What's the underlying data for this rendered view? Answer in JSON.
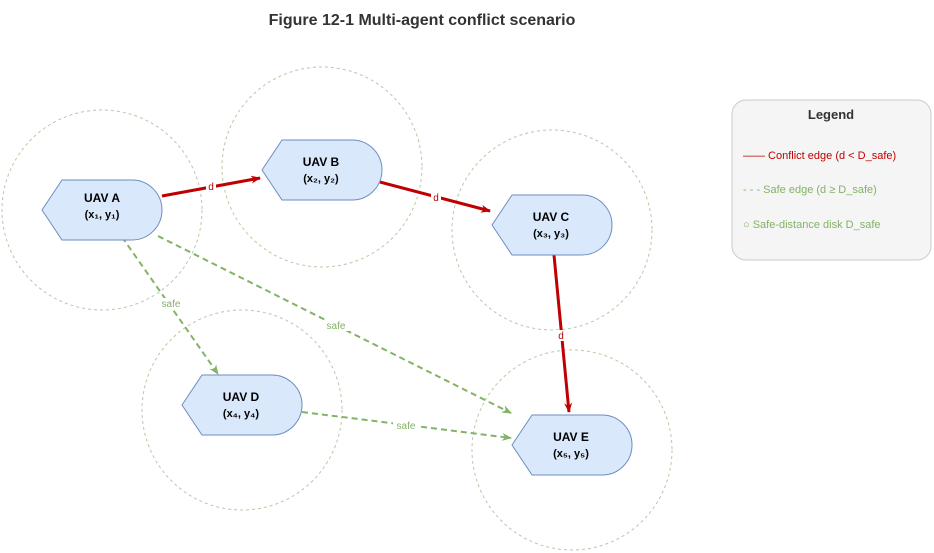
{
  "title": "Figure 12-1 Multi-agent conflict scenario",
  "colors": {
    "conflict": "#c00000",
    "safe": "#82b366",
    "node_fill": "#dae8fc",
    "node_stroke": "#6c8ebf",
    "disk_stroke": "#b9c8a6",
    "legend_fill": "#f5f5f5",
    "legend_stroke": "#cccccc"
  },
  "nodes": [
    {
      "id": "A",
      "name": "UAV A",
      "coords": "(x₁, y₁)"
    },
    {
      "id": "B",
      "name": "UAV B",
      "coords": "(x₂, y₂)"
    },
    {
      "id": "C",
      "name": "UAV C",
      "coords": "(x₃, y₃)"
    },
    {
      "id": "D",
      "name": "UAV D",
      "coords": "(x₄, y₄)"
    },
    {
      "id": "E",
      "name": "UAV E",
      "coords": "(x₅, y₅)"
    }
  ],
  "edges": [
    {
      "from": "A",
      "to": "B",
      "type": "conflict",
      "label": "d"
    },
    {
      "from": "B",
      "to": "C",
      "type": "conflict",
      "label": "d"
    },
    {
      "from": "C",
      "to": "E",
      "type": "conflict",
      "label": "d"
    },
    {
      "from": "A",
      "to": "D",
      "type": "safe",
      "label": "safe"
    },
    {
      "from": "A",
      "to": "E",
      "type": "safe",
      "label": "safe"
    },
    {
      "from": "D",
      "to": "E",
      "type": "safe",
      "label": "safe"
    }
  ],
  "legend": {
    "title": "Legend",
    "conflict_text": "—— Conflict edge (d < D_safe)",
    "safe_text": "- - - Safe edge (d ≥ D_safe)",
    "disk_text": "○ Safe-distance disk D_safe"
  }
}
